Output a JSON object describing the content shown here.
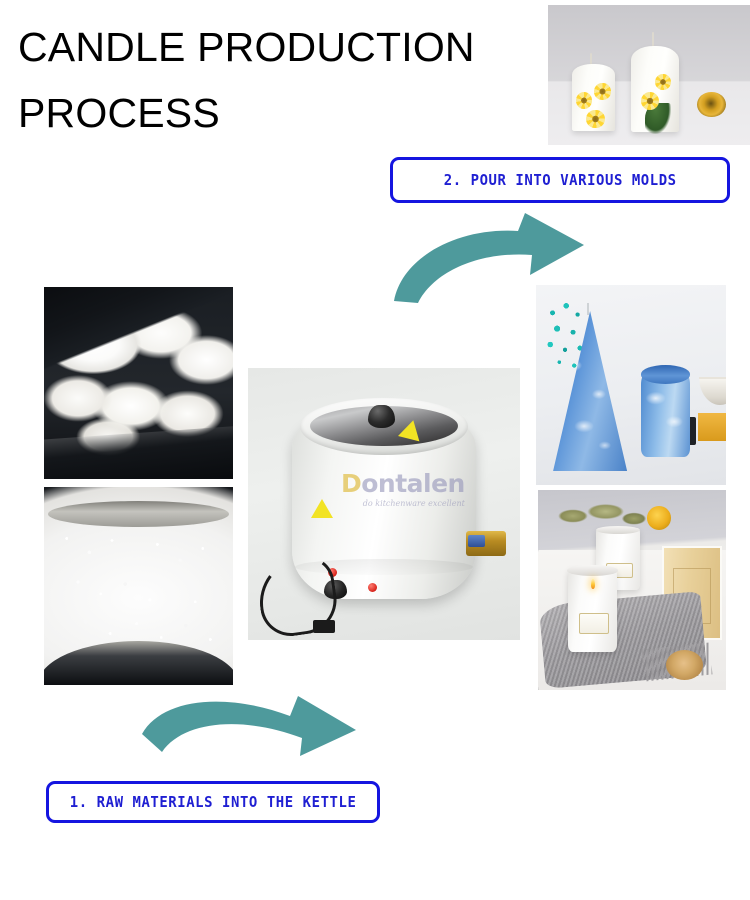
{
  "page": {
    "title": "CANDLE PRODUCTION\nPROCESS",
    "background_color": "#ffffff",
    "accent_blue": "#1515e0",
    "accent_teal": "#4e9a9c"
  },
  "steps": [
    {
      "id": "step-1",
      "label": "1. RAW MATERIALS INTO THE KETTLE",
      "arrow": "curved-arrow-up-right"
    },
    {
      "id": "step-2",
      "label": "2. POUR INTO VARIOUS MOLDS",
      "arrow": "curved-arrow-up-right"
    }
  ],
  "photos": [
    {
      "id": "wax-chunks",
      "caption": "White soft paraffin wax chunks on a black tray"
    },
    {
      "id": "wax-pellets",
      "caption": "White wax pellets / granules on a dark tray"
    },
    {
      "id": "kettle",
      "caption": "White electric wax melting kettle with chrome lid, control knob, indicator lights, brass drain valve and power cord",
      "watermark": {
        "name_first_letter": "D",
        "name_rest": "ontalen",
        "tagline": "do kitchenware excellent"
      }
    },
    {
      "id": "sunflower-candles",
      "caption": "Two white pillar candles decorated with pressed yellow sunflowers"
    },
    {
      "id": "blue-candles",
      "caption": "Blue pyramid candle and blue cylinder candle with teal dried flowers"
    },
    {
      "id": "jar-candles",
      "caption": "Two white glass jar candles with gold labels, grey knit throw and gift box"
    }
  ]
}
